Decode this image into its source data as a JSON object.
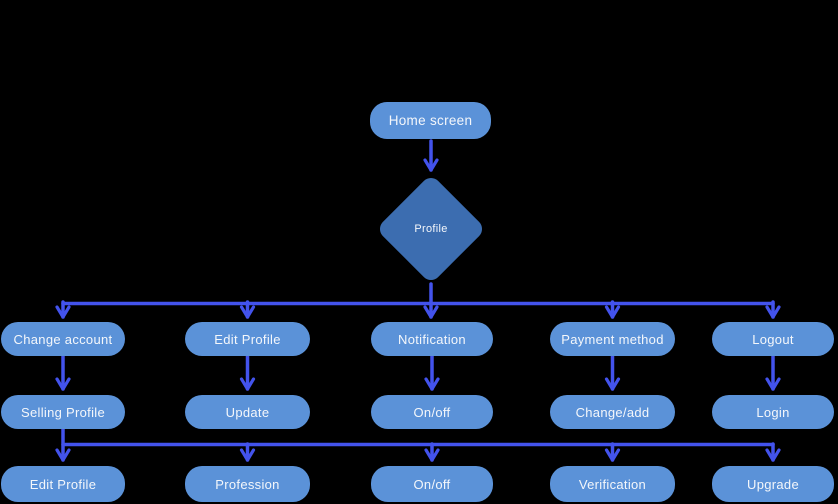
{
  "colors": {
    "bg": "#000000",
    "node": "#5B92D8",
    "diamond": "#3C6DB0",
    "arrow": "#4353EC",
    "text": "#F4F7FB"
  },
  "flow": {
    "root": {
      "label": "Home screen"
    },
    "decision": {
      "label": "Profile"
    },
    "columns": [
      {
        "row1": "Change account",
        "row2": "Selling Profile",
        "row3": "Edit Profile"
      },
      {
        "row1": "Edit Profile",
        "row2": "Update",
        "row3": "Profession"
      },
      {
        "row1": "Notification",
        "row2": "On/off",
        "row3": "On/off"
      },
      {
        "row1": "Payment method",
        "row2": "Change/add",
        "row3": "Verification"
      },
      {
        "row1": "Logout",
        "row2": "Login",
        "row3": "Upgrade"
      }
    ]
  }
}
